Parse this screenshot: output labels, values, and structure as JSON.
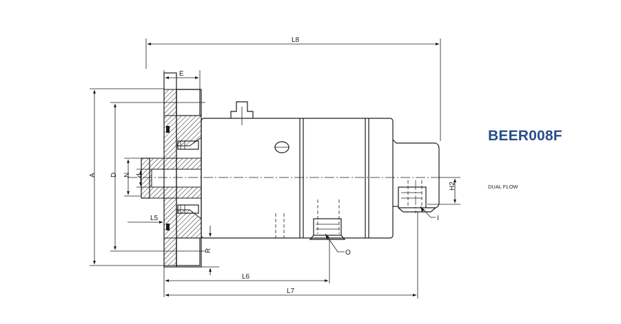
{
  "product": {
    "model": "BEER008F",
    "flow_type": "DUAL FLOW"
  },
  "dimensions": {
    "L8": "L8",
    "L7": "L7",
    "L6": "L6",
    "L5": "L5",
    "E": "E",
    "A": "A",
    "D": "D",
    "N": "N",
    "d": "d",
    "R": "R",
    "H2": "H2",
    "O": "O",
    "I": "I"
  },
  "colors": {
    "title": "#2a4f88",
    "lines": "#1a1a1a"
  }
}
